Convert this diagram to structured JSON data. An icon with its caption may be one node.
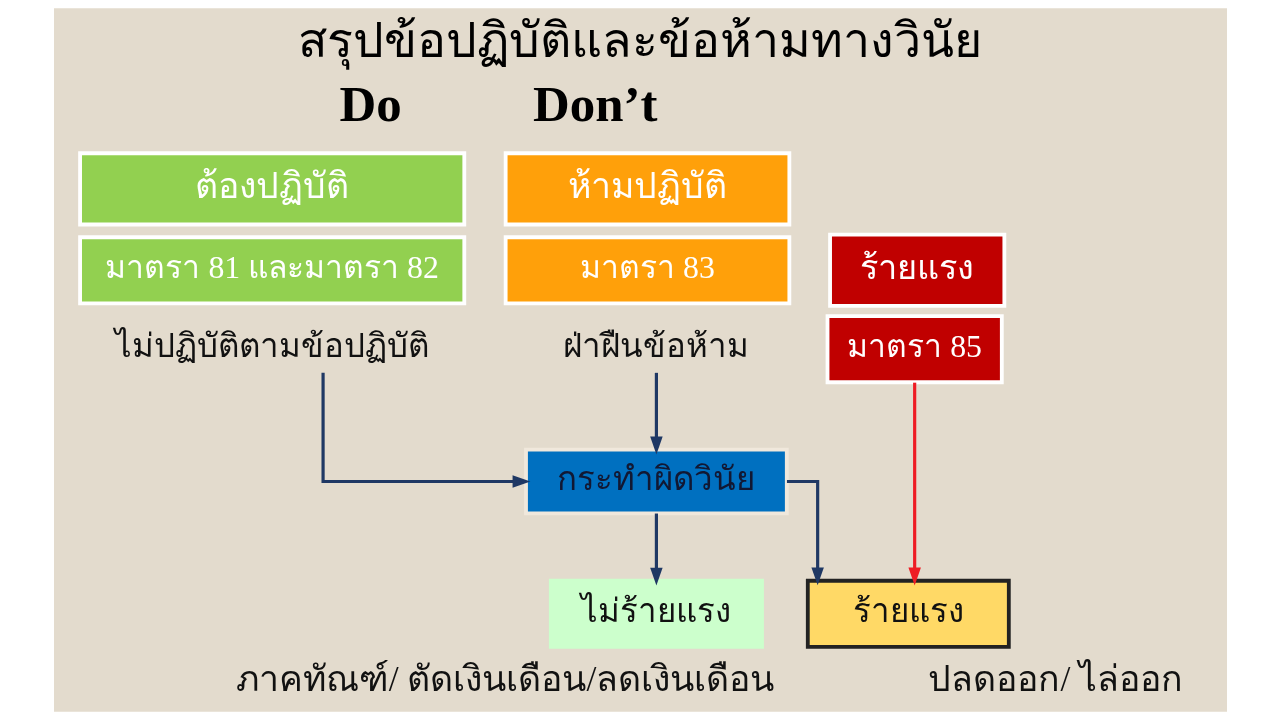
{
  "diagram": {
    "title": "สรุปข้อปฏิบัติและข้อห้ามทางวินัย",
    "nodes": [
      {
        "text": [
          "ต้องปฏิบัติ"
        ]
      },
      {
        "text": [
          "มาตรา 81 และมาตรา 82"
        ]
      },
      {
        "text": [
          "ห้ามปฏิบัติ"
        ]
      },
      {
        "text": [
          "มาตรา 83"
        ]
      },
      {
        "text": [
          "ร้ายแรง"
        ]
      },
      {
        "text": [
          "มาตรา 85"
        ]
      },
      {
        "text": [
          "ไม่ปฏิบัติตามข้อปฏิบัติ"
        ]
      },
      {
        "text": [
          "ฝ่าฝืนข้อห้าม"
        ]
      },
      {
        "text": [
          "กระทำผิดวินัย"
        ]
      },
      {
        "text": [
          "ไม่ร้ายแรง"
        ],
        "beside": [
          "ภาคทัณฑ์/ ตัดเงินเดือน/ลดเงินเดือน"
        ]
      },
      {
        "text": [
          "ร้ายแรง"
        ],
        "beside": [
          "ปลดออก/ ไล่ออก"
        ]
      }
    ],
    "edges": [
      {
        "from": 6,
        "to": 8,
        "arrow": "to"
      },
      {
        "from": 7,
        "to": 8,
        "arrow": "to"
      },
      {
        "from": 8,
        "to": 9,
        "arrow": "to"
      },
      {
        "from": 8,
        "to": 10,
        "arrow": "to"
      },
      {
        "from": 5,
        "to": 10,
        "arrow": "to",
        "color": "#ee1c24"
      }
    ],
    "labels": [
      "Do",
      "Don’t"
    ]
  }
}
